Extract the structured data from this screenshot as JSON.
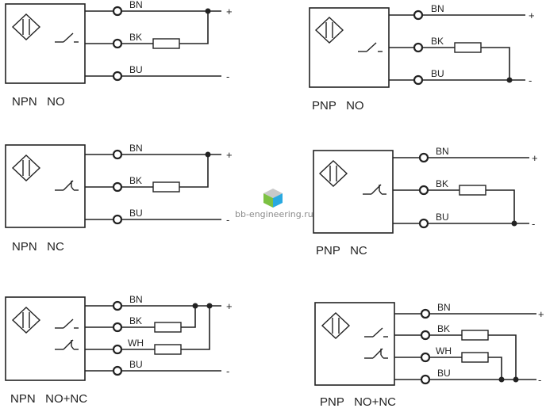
{
  "watermark": {
    "text": "bb-engineering.ru",
    "colors": [
      "#7cc142",
      "#29a9e0",
      "#c9c9c9"
    ]
  },
  "diagrams": [
    {
      "caption": "NPN   NO",
      "wires": [
        {
          "label": "BN",
          "end": "+"
        },
        {
          "label": "BK",
          "end": ""
        },
        {
          "label": "BU",
          "end": "-"
        }
      ]
    },
    {
      "caption": "PNP   NO",
      "wires": [
        {
          "label": "BN",
          "end": "+"
        },
        {
          "label": "BK",
          "end": ""
        },
        {
          "label": "BU",
          "end": "-"
        }
      ]
    },
    {
      "caption": "NPN   NC",
      "wires": [
        {
          "label": "BN",
          "end": "+"
        },
        {
          "label": "BK",
          "end": ""
        },
        {
          "label": "BU",
          "end": "-"
        }
      ]
    },
    {
      "caption": "PNP   NC",
      "wires": [
        {
          "label": "BN",
          "end": "+"
        },
        {
          "label": "BK",
          "end": ""
        },
        {
          "label": "BU",
          "end": "-"
        }
      ]
    },
    {
      "caption": "NPN   NO+NC",
      "wires": [
        {
          "label": "BN",
          "end": "+"
        },
        {
          "label": "BK",
          "end": ""
        },
        {
          "label": "WH",
          "end": ""
        },
        {
          "label": "BU",
          "end": "-"
        }
      ]
    },
    {
      "caption": "PNP   NO+NC",
      "wires": [
        {
          "label": "BN",
          "end": "+"
        },
        {
          "label": "BK",
          "end": ""
        },
        {
          "label": "WH",
          "end": ""
        },
        {
          "label": "BU",
          "end": "-"
        }
      ]
    }
  ]
}
